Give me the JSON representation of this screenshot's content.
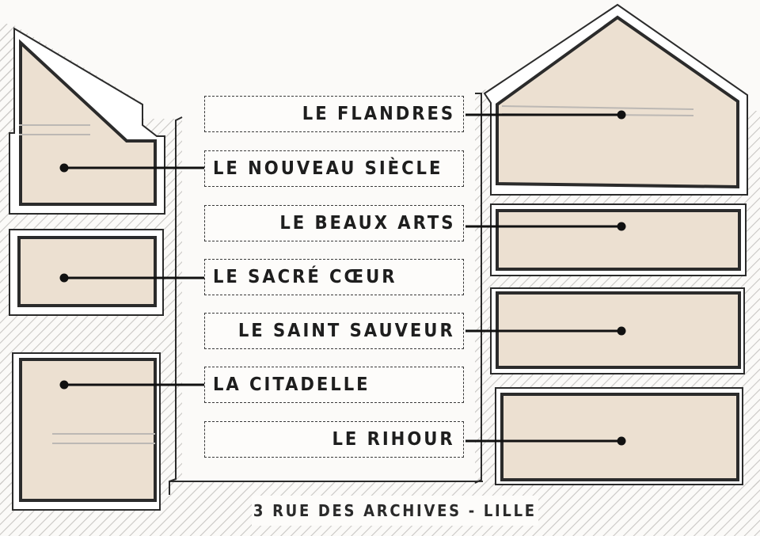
{
  "rooms": [
    {
      "label": "LE FLANDRES",
      "side": "right"
    },
    {
      "label": "LE NOUVEAU SIÈCLE",
      "side": "left"
    },
    {
      "label": "LE BEAUX ARTS",
      "side": "right"
    },
    {
      "label": "LE SACRÉ CŒUR",
      "side": "left"
    },
    {
      "label": "LE SAINT SAUVEUR",
      "side": "right"
    },
    {
      "label": "LA CITADELLE",
      "side": "left"
    },
    {
      "label": "LE RIHOUR",
      "side": "right"
    }
  ],
  "address": "3 RUE DES ARCHIVES - LILLE",
  "colors": {
    "room_fill": "#ece0d1",
    "wall": "#2b2b2b",
    "hatch": "#c9c7c4",
    "background": "#fbfaf8"
  }
}
